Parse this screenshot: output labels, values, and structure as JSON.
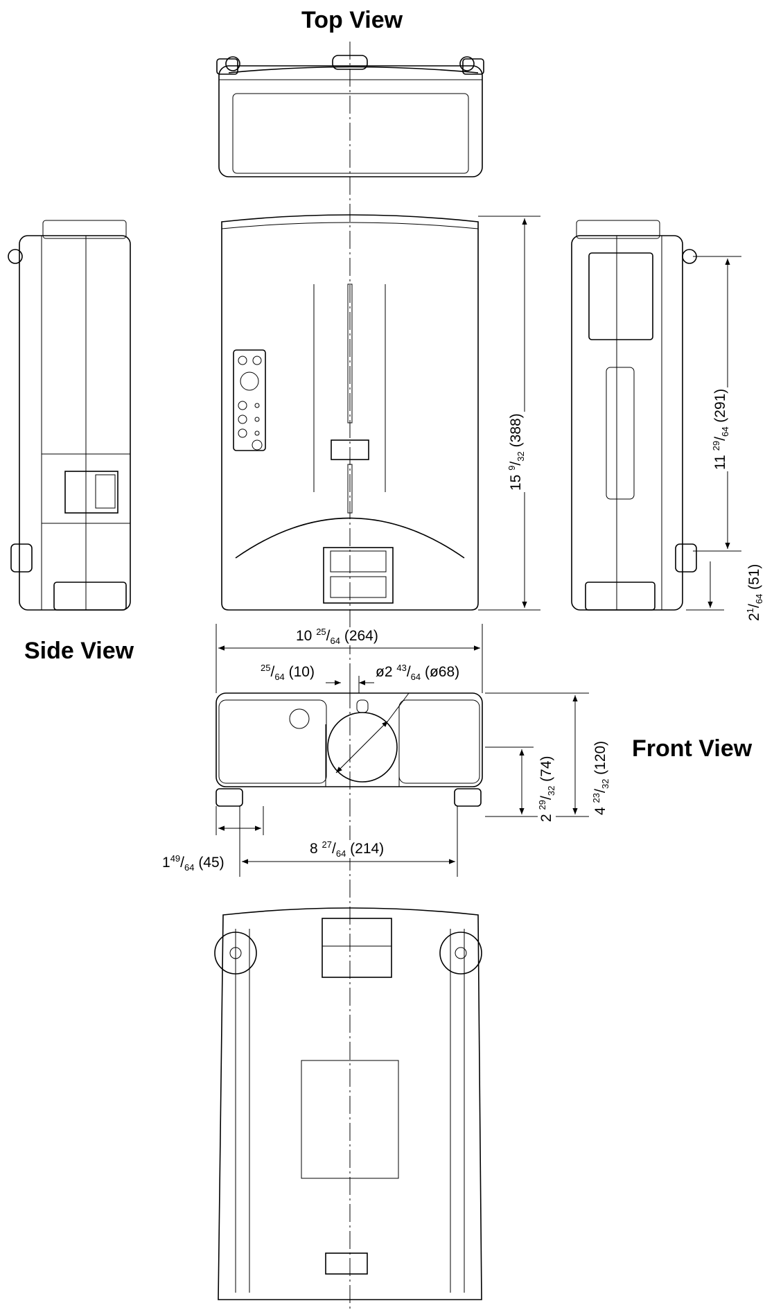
{
  "views": {
    "top": "Top View",
    "side": "Side View",
    "front": "Front View"
  },
  "dimensions": {
    "top_depth": {
      "whole": "15",
      "num": "9",
      "den": "32",
      "mm": "(388)"
    },
    "side_depth": {
      "whole": "11",
      "num": "29",
      "den": "64",
      "mm": "(291)"
    },
    "side_foot": {
      "whole": "2",
      "num": "1",
      "den": "64",
      "mm": "(51)"
    },
    "width": {
      "whole": "10",
      "num": "25",
      "den": "64",
      "mm": "(264)"
    },
    "lens_offset": {
      "whole": "",
      "num": "25",
      "den": "64",
      "mm": "(10)"
    },
    "lens_diameter": {
      "whole": "ø2",
      "num": "43",
      "den": "64",
      "mm": "(ø68)"
    },
    "lens_height": {
      "whole": "2",
      "num": "29",
      "den": "32",
      "mm": "(74)"
    },
    "front_height": {
      "whole": "4",
      "num": "23",
      "den": "32",
      "mm": "(120)"
    },
    "foot_width": {
      "whole": "1",
      "num": "49",
      "den": "64",
      "mm": "(45)"
    },
    "foot_spacing": {
      "whole": "8",
      "num": "27",
      "den": "64",
      "mm": "(214)"
    }
  }
}
